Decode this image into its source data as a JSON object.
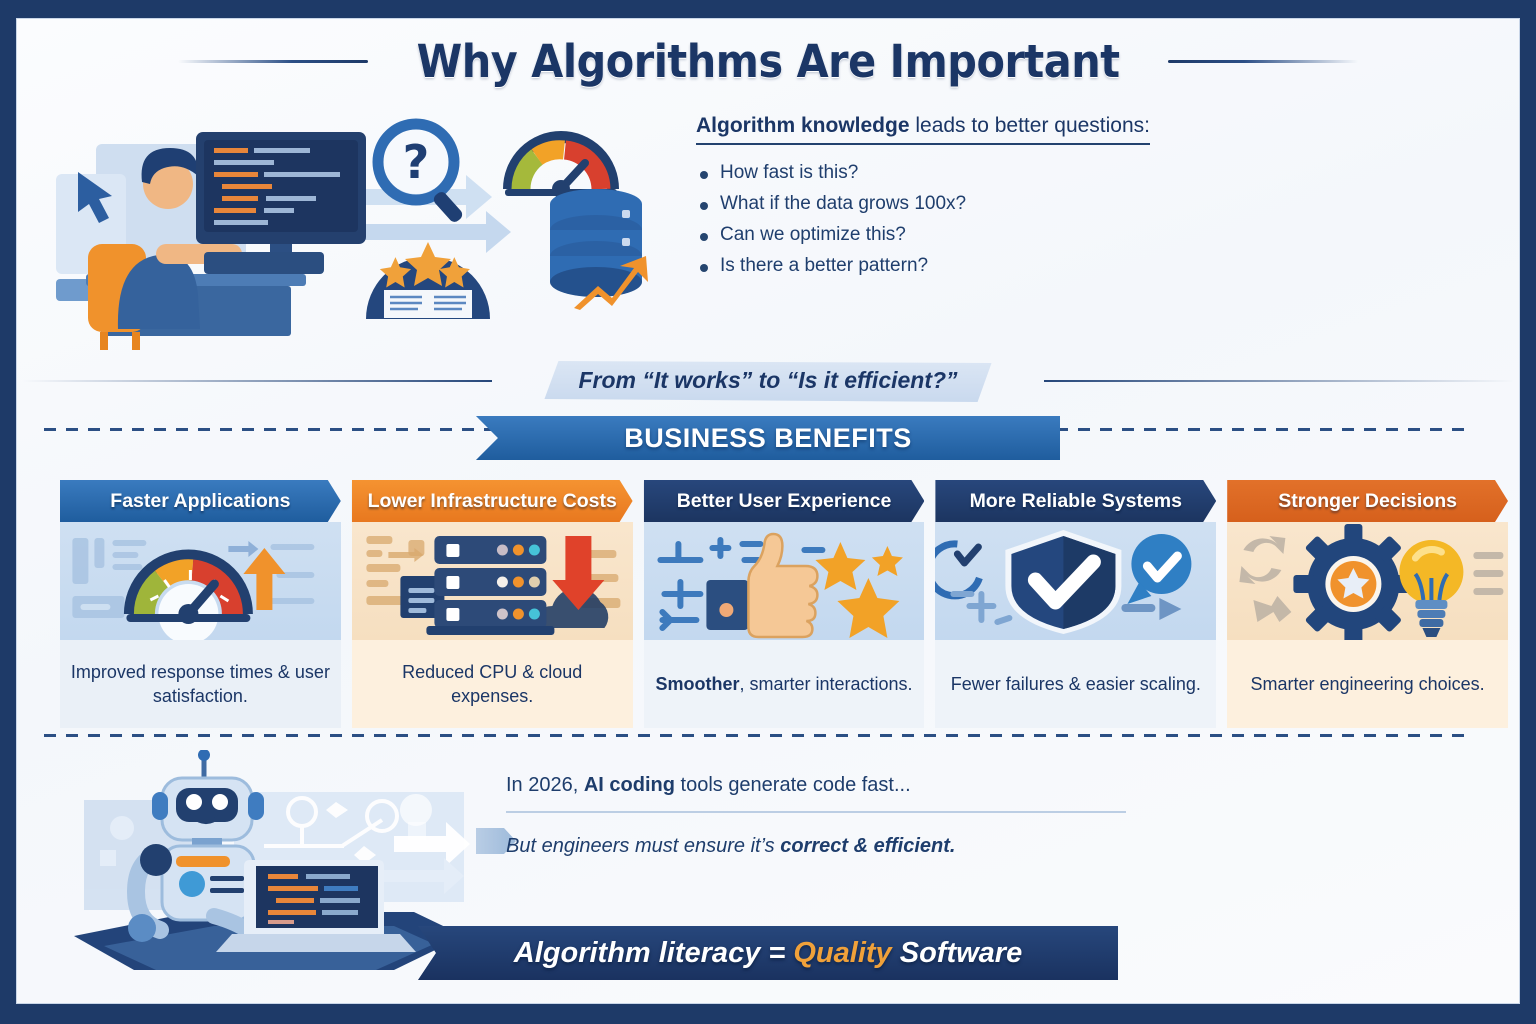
{
  "poster": {
    "title": "Why Algorithms Are Important",
    "frame_color": "#1e3a68",
    "canvas_color": "#f7f9fc"
  },
  "hero": {
    "heading_bold": "Algorithm knowledge",
    "heading_rest": " leads to better questions:",
    "bullets": [
      "How fast is this?",
      "What if the data grows 100x?",
      "Can we optimize this?",
      "Is there a better pattern?"
    ],
    "illustration": "developer-at-desk-with-code-monitor-magnifier-gauge-book-badge-database"
  },
  "sub_banner": {
    "text": "From “It works” to “Is it efficient?”"
  },
  "section_banner": {
    "label": "BUSINESS BENEFITS",
    "color": "#2a6aad"
  },
  "cards": [
    {
      "title": "Faster Applications",
      "desc": "Improved response times & user satisfaction.",
      "desc_bold": "",
      "header_color": "#2b6cb0",
      "art": "speedometer-gauge-with-up-arrow"
    },
    {
      "title": "Lower Infrastructure Costs",
      "desc": "Reduced CPU & cloud expenses.",
      "desc_bold": "",
      "header_color": "#ef8a25",
      "art": "server-rack-with-down-arrow-and-cloud"
    },
    {
      "title": "Better User Experience",
      "desc": ", smarter interactions.",
      "desc_bold": "Smoother",
      "header_color": "#223f72",
      "art": "thumbs-up-with-stars"
    },
    {
      "title": "More Reliable Systems",
      "desc": "Fewer failures & easier scaling.",
      "desc_bold": "",
      "header_color": "#223f72",
      "art": "shield-with-checkmark"
    },
    {
      "title": "Stronger Decisions",
      "desc": "Smarter engineering choices.",
      "desc_bold": "",
      "header_color": "#dc6a22",
      "art": "gear-with-star-and-lightbulb"
    }
  ],
  "bottom": {
    "line1_a": "In 2026, ",
    "line1_b": "AI coding",
    "line1_c": " tools generate code fast...",
    "line2_a": "But engineers must ensure it’s ",
    "line2_b": "correct & efficient.",
    "illustration": "robot-typing-on-laptop-with-code"
  },
  "final_banner": {
    "a": "Algorithm literacy = ",
    "highlight": "Quality",
    "b": " Software",
    "highlight_color": "#f0a13a"
  }
}
